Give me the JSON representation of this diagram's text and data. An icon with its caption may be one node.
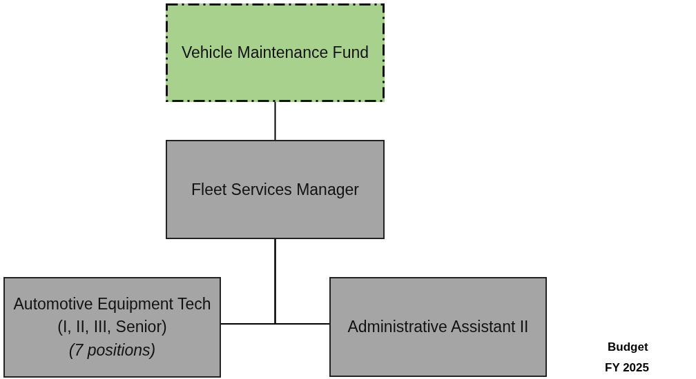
{
  "diagram": {
    "nodes": [
      {
        "text": [
          "Vehicle Maintenance Fund"
        ]
      },
      {
        "text": [
          "Fleet Services Manager"
        ]
      },
      {
        "text": [
          "Automotive Equipment Tech (I, II, III, Senior)",
          "(7 positions)"
        ]
      },
      {
        "text": [
          "Administrative Assistant II"
        ]
      }
    ],
    "edges": [
      {
        "from": 0,
        "to": 1,
        "arrow": "none"
      },
      {
        "from": 1,
        "to": 2,
        "arrow": "none"
      },
      {
        "from": 1,
        "to": 3,
        "arrow": "none"
      }
    ],
    "labels": [
      "Budget",
      "FY 2025"
    ]
  }
}
